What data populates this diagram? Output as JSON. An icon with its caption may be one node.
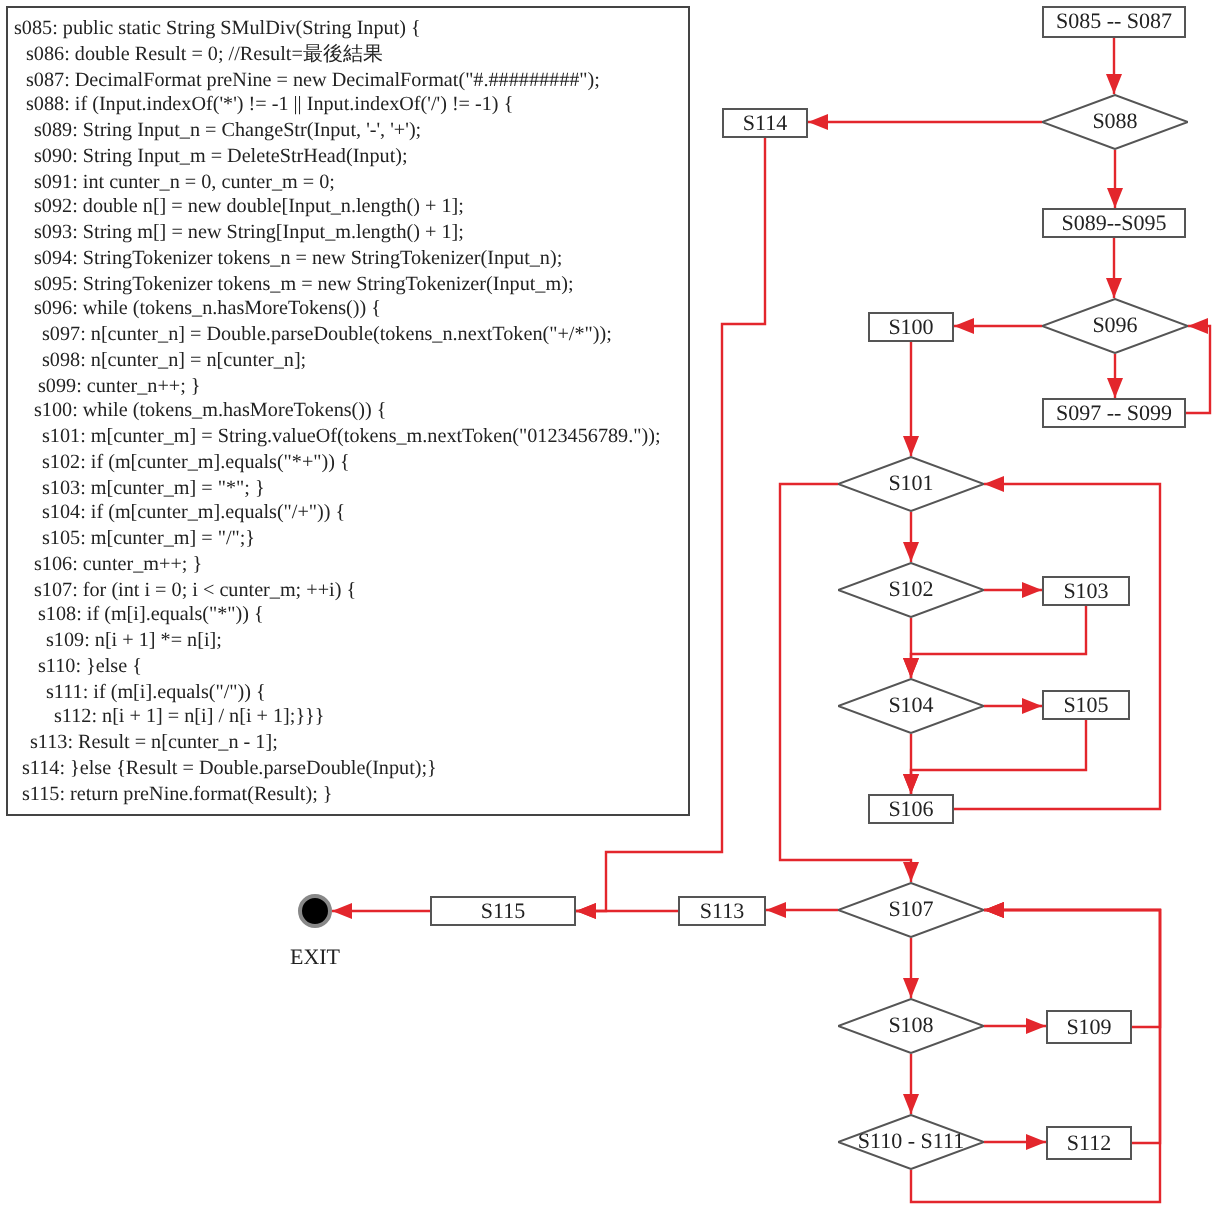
{
  "diagram": {
    "nodes": [
      {
        "text": [
          "s085: public static String SMulDiv(String Input) {",
          "s086: double Result = 0; //Result=最後結果",
          "s087: DecimalFormat preNine = new DecimalFormat(\"#.#########\");",
          "s088: if (Input.indexOf('*') != -1 || Input.indexOf('/') != -1) {",
          "s089: String Input_n = ChangeStr(Input, '-', '+');",
          "s090: String Input_m = DeleteStrHead(Input);",
          "s091: int cunter_n = 0, cunter_m = 0;",
          "s092: double n[] = new double[Input_n.length() + 1];",
          "s093: String m[] = new String[Input_m.length() + 1];",
          "s094: StringTokenizer tokens_n = new StringTokenizer(Input_n);",
          "s095: StringTokenizer tokens_m = new StringTokenizer(Input_m);",
          "s096: while (tokens_n.hasMoreTokens()) {",
          "s097: n[cunter_n] = Double.parseDouble(tokens_n.nextToken(\"+/*\"));",
          "s098: n[cunter_n] = n[cunter_n];",
          "s099: cunter_n++; }",
          "s100: while (tokens_m.hasMoreTokens()) {",
          "s101: m[cunter_m] = String.valueOf(tokens_m.nextToken(\"0123456789.\"));",
          "s102: if (m[cunter_m].equals(\"*+\")) {",
          "s103: m[cunter_m] = \"*\"; }",
          "s104: if (m[cunter_m].equals(\"/+\")) {",
          "s105: m[cunter_m] = \"/\";}",
          "s106: cunter_m++; }",
          "s107: for (int i = 0; i < cunter_m; ++i) {",
          "s108: if (m[i].equals(\"*\")) {",
          "s109: n[i + 1] *= n[i];",
          "s110: }else {",
          "s111: if (m[i].equals(\"/\")) {",
          "s112: n[i + 1] = n[i] / n[i + 1];}}}",
          "s113: Result = n[cunter_n - 1];",
          "s114: }else {Result = Double.parseDouble(Input);}",
          "s115: return preNine.format(Result); }"
        ]
      },
      {
        "text": [
          "S085 -- S087"
        ]
      },
      {
        "text": [
          "S088"
        ]
      },
      {
        "text": [
          "S114"
        ]
      },
      {
        "text": [
          "S089--S095"
        ]
      },
      {
        "text": [
          "S096"
        ]
      },
      {
        "text": [
          "S100"
        ]
      },
      {
        "text": [
          "S097 -- S099"
        ]
      },
      {
        "text": [
          "S101"
        ]
      },
      {
        "text": [
          "S102"
        ]
      },
      {
        "text": [
          "S103"
        ]
      },
      {
        "text": [
          "S104"
        ]
      },
      {
        "text": [
          "S105"
        ]
      },
      {
        "text": [
          "S106"
        ]
      },
      {
        "text": [
          "S107"
        ]
      },
      {
        "text": [
          "S113"
        ]
      },
      {
        "text": [
          "S115"
        ]
      },
      {
        "text": [],
        "shape": "circle",
        "beside": [
          "EXIT"
        ]
      },
      {
        "text": [
          "S108"
        ]
      },
      {
        "text": [
          "S109"
        ]
      },
      {
        "text": [
          "S110 - S111"
        ]
      },
      {
        "text": [
          "S112"
        ]
      }
    ],
    "edges": [
      {
        "from": 1,
        "to": 2,
        "arrow": "to"
      },
      {
        "from": 2,
        "to": 3,
        "arrow": "to"
      },
      {
        "from": 2,
        "to": 4,
        "arrow": "to"
      },
      {
        "from": 4,
        "to": 5,
        "arrow": "to"
      },
      {
        "from": 5,
        "to": 6,
        "arrow": "to"
      },
      {
        "from": 5,
        "to": 7,
        "arrow": "to"
      },
      {
        "from": 7,
        "to": 5,
        "arrow": "to"
      },
      {
        "from": 6,
        "to": 8,
        "arrow": "to"
      },
      {
        "from": 8,
        "to": 9,
        "arrow": "to"
      },
      {
        "from": 9,
        "to": 10,
        "arrow": "to"
      },
      {
        "from": 10,
        "to": 11,
        "arrow": "to"
      },
      {
        "from": 9,
        "to": 11,
        "arrow": "to"
      },
      {
        "from": 11,
        "to": 12,
        "arrow": "to"
      },
      {
        "from": 12,
        "to": 13,
        "arrow": "to"
      },
      {
        "from": 11,
        "to": 13,
        "arrow": "to"
      },
      {
        "from": 13,
        "to": 8,
        "arrow": "to"
      },
      {
        "from": 8,
        "to": 14,
        "arrow": "to"
      },
      {
        "from": 14,
        "to": 15,
        "arrow": "to"
      },
      {
        "from": 15,
        "to": 16,
        "arrow": "to"
      },
      {
        "from": 3,
        "to": 16,
        "arrow": "to"
      },
      {
        "from": 16,
        "to": 17,
        "arrow": "to"
      },
      {
        "from": 14,
        "to": 18,
        "arrow": "to"
      },
      {
        "from": 18,
        "to": 19,
        "arrow": "to"
      },
      {
        "from": 18,
        "to": 20,
        "arrow": "to"
      },
      {
        "from": 20,
        "to": 21,
        "arrow": "to"
      },
      {
        "from": 19,
        "to": 14,
        "arrow": "to"
      },
      {
        "from": 21,
        "to": 14,
        "arrow": "to"
      },
      {
        "from": 20,
        "to": 14,
        "arrow": "to"
      }
    ]
  }
}
